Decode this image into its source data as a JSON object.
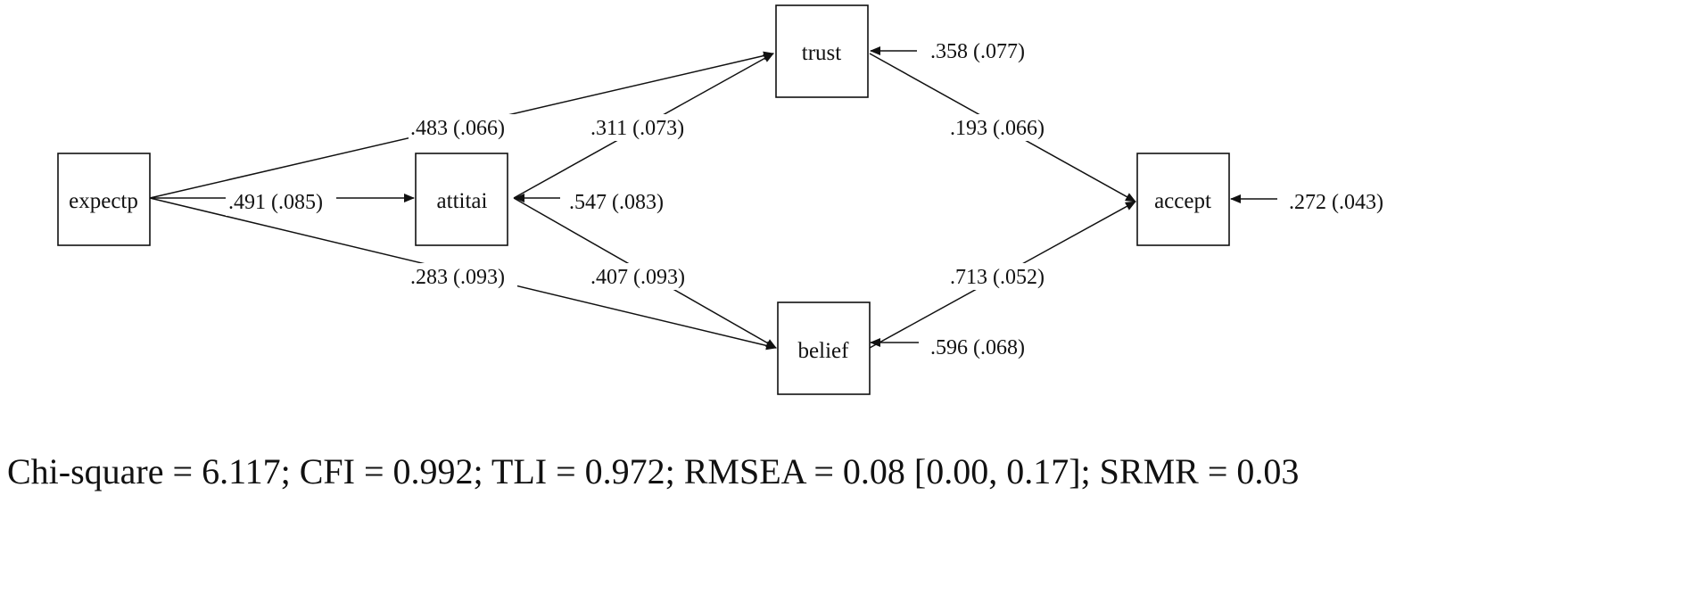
{
  "nodes": {
    "expectp": "expectp",
    "attitai": "attitai",
    "trust": "trust",
    "belief": "belief",
    "accept": "accept"
  },
  "paths": {
    "expectp_trust": ".483 (.066)",
    "attitai_trust": ".311 (.073)",
    "trust_accept": ".193 (.066)",
    "expectp_attitai": ".491 (.085)",
    "expectp_belief": ".283 (.093)",
    "attitai_belief": ".407 (.093)",
    "belief_accept": ".713 (.052)"
  },
  "residuals": {
    "trust": ".358 (.077)",
    "attitai": ".547 (.083)",
    "accept": ".272 (.043)",
    "belief": ".596 (.068)"
  },
  "fit": "Chi-square = 6.117; CFI = 0.992; TLI = 0.972; RMSEA = 0.08 [0.00, 0.17]; SRMR = 0.03"
}
